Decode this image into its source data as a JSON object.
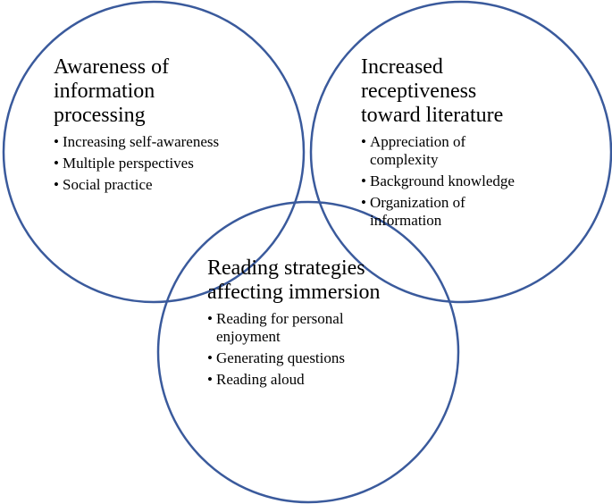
{
  "diagram": {
    "line_color": "#3a5a9c",
    "overlap_line_color": "#9fb0d4",
    "circles": [
      {
        "id": "awareness",
        "title": "Awareness of\ninformation\nprocessing",
        "items": [
          "Increasing self-awareness",
          "Multiple perspectives",
          "Social practice"
        ]
      },
      {
        "id": "receptiveness",
        "title": "Increased\nreceptiveness\ntoward literature",
        "items": [
          "Appreciation of\ncomplexity",
          "Background knowledge",
          "Organization of\ninformation"
        ]
      },
      {
        "id": "reading",
        "title": "Reading strategies\naffecting immersion",
        "items": [
          "Reading for personal\nenjoyment",
          "Generating questions",
          "Reading aloud"
        ]
      }
    ]
  }
}
